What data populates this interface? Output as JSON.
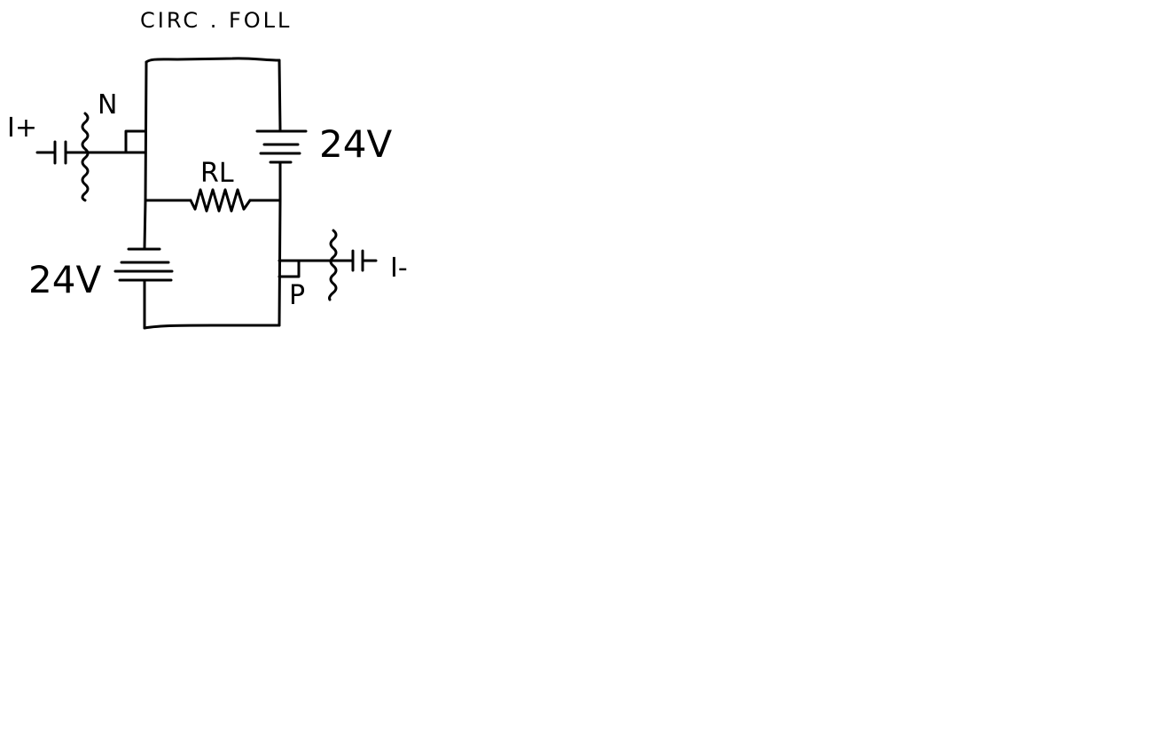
{
  "diagram": {
    "title": "CIRC . FOLL",
    "labels": {
      "n_transistor": "N",
      "p_transistor": "P",
      "load_resistor": "RL",
      "battery_top_right": "24V",
      "battery_bottom_left": "24V",
      "input_plus": "I+",
      "input_minus": "I-"
    },
    "ink_color": "#000000",
    "background_color": "#ffffff"
  }
}
